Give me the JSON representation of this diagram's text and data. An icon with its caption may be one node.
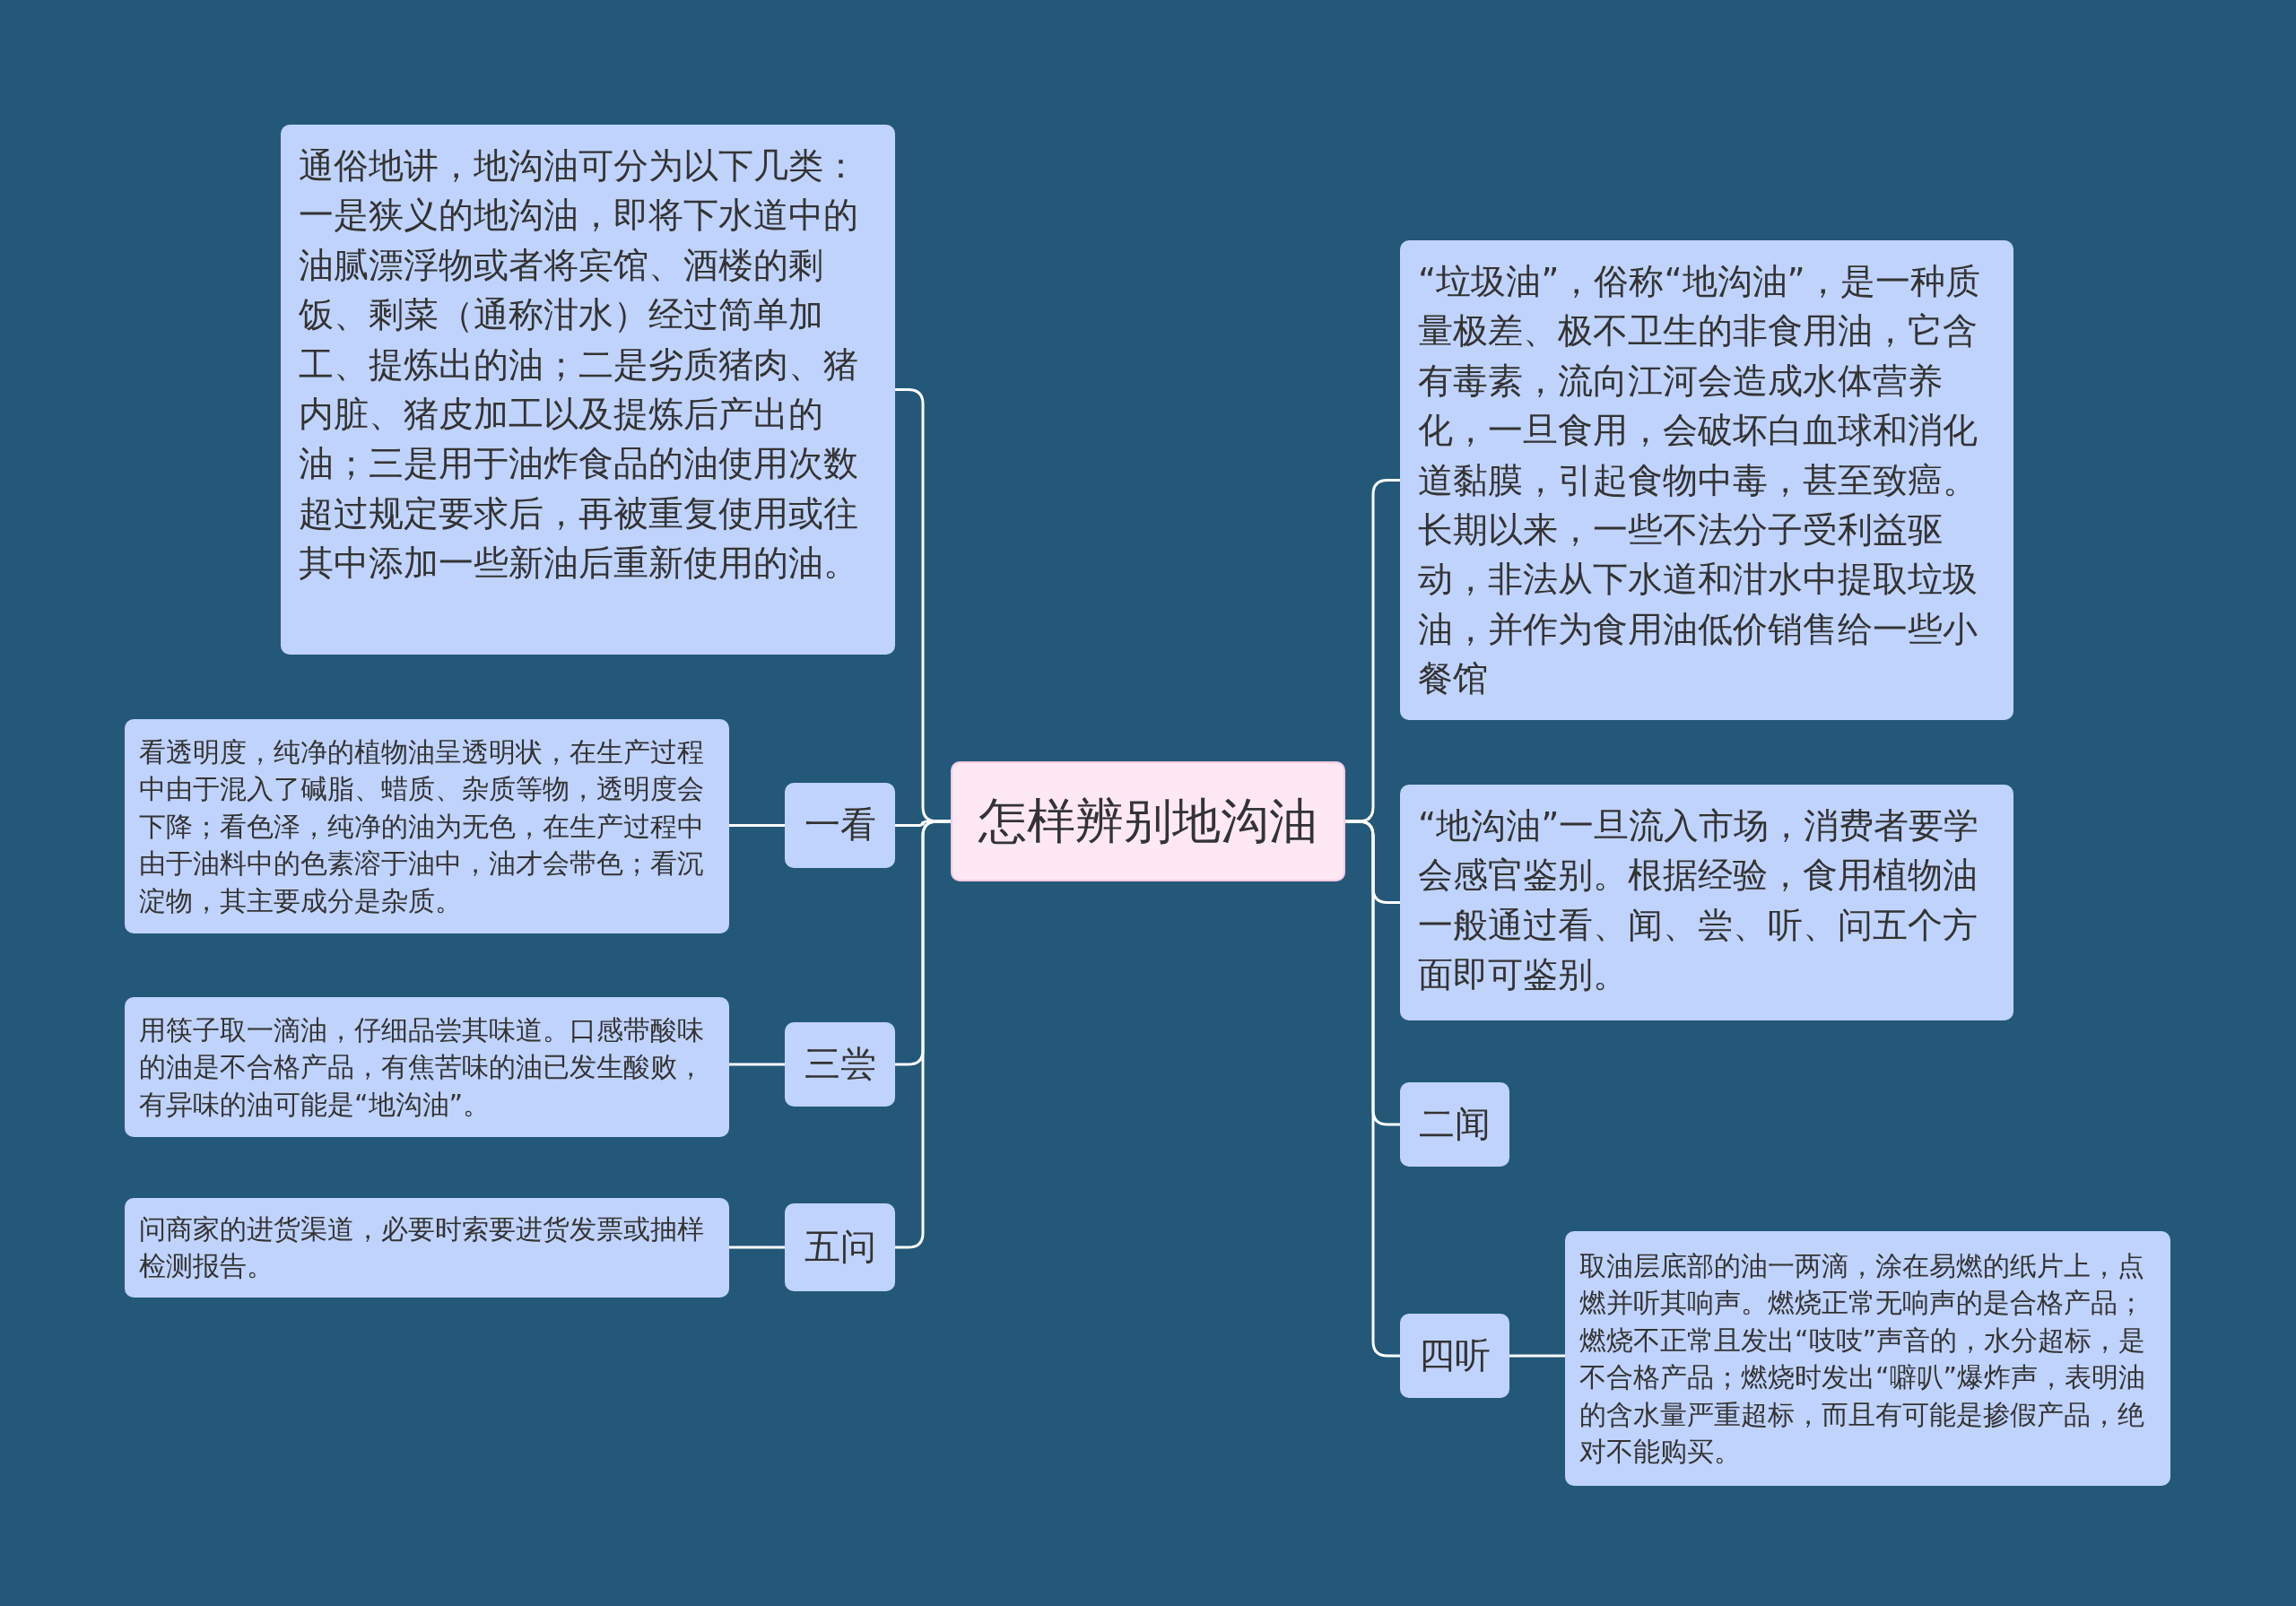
{
  "diagram": {
    "nodes": [
      {
        "text": [
          "怎样辨别地沟油"
        ]
      },
      {
        "text": [
          "通俗地讲，地沟油可分为以下几类：一是狭义的地沟油，即将下水道中的油腻漂浮物或者将宾馆、酒楼的剩饭、剩菜（通称泔水）经过简单加工、提炼出的油；二是劣质猪肉、猪内脏、猪皮加工以及提炼后产出的油；三是用于油炸食品的油使用次数超过规定要求后，再被重复使用或往其中添加一些新油后重新使用的油。"
        ]
      },
      {
        "text": [
          "一看"
        ]
      },
      {
        "text": [
          "看透明度，纯净的植物油呈透明状，在生产过程中由于混入了碱脂、蜡质、杂质等物，透明度会下降；看色泽，纯净的油为无色，在生产过程中由于油料中的色素溶于油中，油才会带色；看沉淀物，其主要成分是杂质。"
        ]
      },
      {
        "text": [
          "三尝"
        ]
      },
      {
        "text": [
          "用筷子取一滴油，仔细品尝其味道。口感带酸味的油是不合格产品，有焦苦味的油已发生酸败，有异味的油可能是“地沟油”。"
        ]
      },
      {
        "text": [
          "五问"
        ]
      },
      {
        "text": [
          "问商家的进货渠道，必要时索要进货发票或抽样检测报告。"
        ]
      },
      {
        "text": [
          "“垃圾油”，俗称“地沟油”，是一种质量极差、极不卫生的非食用油，它含有毒素，流向江河会造成水体营养化，一旦食用，会破坏白血球和消化道黏膜，引起食物中毒，甚至致癌。长期以来，一些不法分子受利益驱动，非法从下水道和泔水中提取垃圾油，并作为食用油低价销售给一些小餐馆"
        ]
      },
      {
        "text": [
          "“地沟油”一旦流入市场，消费者要学会感官鉴别。根据经验，食用植物油一般通过看、闻、尝、听、问五个方面即可鉴别。"
        ]
      },
      {
        "text": [
          "二闻"
        ]
      },
      {
        "text": [
          "四听"
        ]
      },
      {
        "text": [
          "取油层底部的油一两滴，涂在易燃的纸片上，点燃并听其响声。燃烧正常无响声的是合格产品；燃烧不正常且发出“吱吱”声音的，水分超标，是不合格产品；燃烧时发出“噼叭”爆炸声，表明油的含水量严重超标，而且有可能是掺假产品，绝对不能购买。"
        ]
      }
    ],
    "edges": [
      {
        "from": 0,
        "to": 1,
        "arrow": "none"
      },
      {
        "from": 0,
        "to": 2,
        "arrow": "none"
      },
      {
        "from": 0,
        "to": 4,
        "arrow": "none"
      },
      {
        "from": 0,
        "to": 6,
        "arrow": "none"
      },
      {
        "from": 0,
        "to": 8,
        "arrow": "none"
      },
      {
        "from": 0,
        "to": 9,
        "arrow": "none"
      },
      {
        "from": 0,
        "to": 10,
        "arrow": "none"
      },
      {
        "from": 0,
        "to": 11,
        "arrow": "none"
      },
      {
        "from": 2,
        "to": 3,
        "arrow": "none"
      },
      {
        "from": 4,
        "to": 5,
        "arrow": "none"
      },
      {
        "from": 6,
        "to": 7,
        "arrow": "none"
      },
      {
        "from": 11,
        "to": 12,
        "arrow": "none"
      }
    ]
  }
}
